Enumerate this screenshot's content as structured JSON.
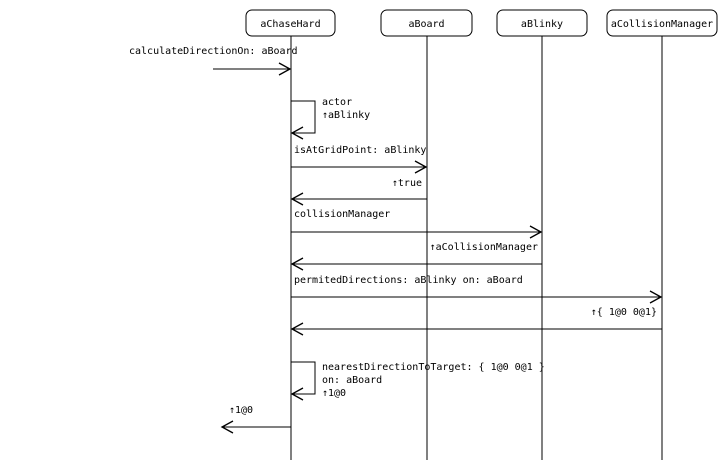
{
  "objects": [
    {
      "id": "aChaseHard",
      "label": "aChaseHard"
    },
    {
      "id": "aBoard",
      "label": "aBoard"
    },
    {
      "id": "aBlinky",
      "label": "aBlinky"
    },
    {
      "id": "aCollisionManager",
      "label": "aCollisionManager"
    }
  ],
  "messages": {
    "entry": "calculateDirectionOn: aBoard",
    "self_actor_1": "actor",
    "self_actor_2": "↑aBlinky",
    "is_at_grid": "isAtGridPoint: aBlinky",
    "is_at_grid_return": "↑true",
    "collision_manager": "collisionManager",
    "collision_manager_return": "↑aCollisionManager",
    "permitted": "permitedDirections: aBlinky on: aBoard",
    "permitted_return": "↑{ 1@0 0@1}",
    "nearest_1": "nearestDirectionToTarget: { 1@0 0@1 }",
    "nearest_2": "on: aBoard",
    "nearest_3": "↑1@0",
    "final_return": "↑1@0"
  }
}
